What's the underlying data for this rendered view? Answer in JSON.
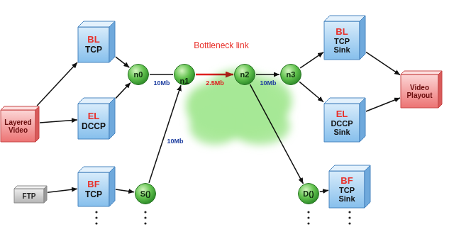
{
  "diagram": {
    "nodes": [
      {
        "text": [
          "Layered Video"
        ]
      },
      {
        "text": [
          "BL",
          "TCP"
        ]
      },
      {
        "text": [
          "EL",
          "DCCP"
        ]
      },
      {
        "text": [
          "n0"
        ]
      },
      {
        "text": [
          "Bottleneck link"
        ]
      },
      {
        "text": [
          "n1"
        ],
        "in": 4
      },
      {
        "text": [
          "n2"
        ],
        "in": 4
      },
      {
        "text": [
          "n3"
        ]
      },
      {
        "text": [
          "BL",
          "TCP Sink"
        ]
      },
      {
        "text": [
          "EL",
          "DCCP Sink"
        ]
      },
      {
        "text": [
          "Video Playout"
        ]
      },
      {
        "text": [
          "FTP"
        ]
      },
      {
        "text": [
          "BF",
          "TCP"
        ]
      },
      {
        "text": [
          "S()"
        ]
      },
      {
        "text": [
          "D()"
        ]
      },
      {
        "text": [
          "BF",
          "TCP Sink"
        ]
      }
    ],
    "edges": [
      {
        "from": 0,
        "to": 1,
        "arrow": "to"
      },
      {
        "from": 0,
        "to": 2,
        "arrow": "to"
      },
      {
        "from": 1,
        "to": 3,
        "arrow": "to"
      },
      {
        "from": 2,
        "to": 3,
        "arrow": "to"
      },
      {
        "from": 3,
        "to": 5,
        "label": "10Mb",
        "arrow": "none"
      },
      {
        "from": 5,
        "to": 6,
        "label": "2.5Mb",
        "arrow": "to"
      },
      {
        "from": 6,
        "to": 7,
        "label": "10Mb",
        "arrow": "to"
      },
      {
        "from": 7,
        "to": 8,
        "arrow": "to"
      },
      {
        "from": 7,
        "to": 9,
        "arrow": "to"
      },
      {
        "from": 8,
        "to": 10,
        "arrow": "to"
      },
      {
        "from": 9,
        "to": 10,
        "arrow": "to"
      },
      {
        "from": 11,
        "to": 12,
        "arrow": "to"
      },
      {
        "from": 12,
        "to": 13,
        "arrow": "to"
      },
      {
        "from": 13,
        "to": 5,
        "label": "10Mb",
        "arrow": "to"
      },
      {
        "from": 6,
        "to": 14,
        "arrow": "to"
      },
      {
        "from": 14,
        "to": 15,
        "arrow": "to"
      }
    ]
  }
}
